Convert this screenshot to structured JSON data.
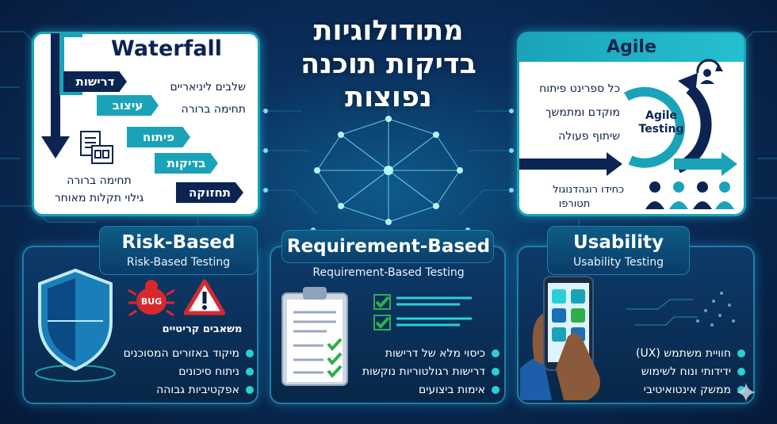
{
  "title": "מתודולוגיות בדיקות תוכנה נפוצות",
  "waterfall": {
    "title": "Waterfall",
    "steps": [
      "דרישות",
      "עיצוב",
      "פיתוח",
      "בדיקות",
      "תחזוקה"
    ],
    "notes": [
      "שלבים ליניאריים",
      "תחימה ברורה"
    ],
    "bottom_notes": [
      "תחימה ברורה",
      "גילוי תקלות מאוחר"
    ]
  },
  "agile": {
    "title": "Agile",
    "cycle_label_line1": "Agile",
    "cycle_label_line2": "Testing",
    "notes": [
      "כל ספרינט פיתוח",
      "מוקדם ומתמשך",
      "שיתוף פעולה"
    ],
    "bottom_line1": "כחידו רוגהדנוגול",
    "bottom_line2": "תטורפו"
  },
  "risk": {
    "title": "Risk-Based",
    "subtitle": "Risk-Based Testing",
    "bug_label": "BUG",
    "caption": "משאבים קריטיים",
    "bullets": [
      "מיקוד באזורים המסוכנים",
      "ניתוח סיכונים",
      "אפקטיביות גבוהה"
    ]
  },
  "requirement": {
    "title": "Requirement-Based",
    "subtitle": "Requirement-Based Testing",
    "bullets": [
      "כיסוי מלא של דרישות",
      "דרישות רגולטוריות נוקשות",
      "אימות ביצועים"
    ]
  },
  "usability": {
    "title": "Usability",
    "subtitle": "Usability Testing",
    "bullets": [
      "חוויית משתמש (UX)",
      "ידידותי ונוח לשימוש",
      "ממשק אינטואיטיבי"
    ]
  },
  "colors": {
    "navy": "#0b2452",
    "teal": "#1aa3b8",
    "cyan": "#2ad0d8",
    "red": "#d8282e"
  }
}
